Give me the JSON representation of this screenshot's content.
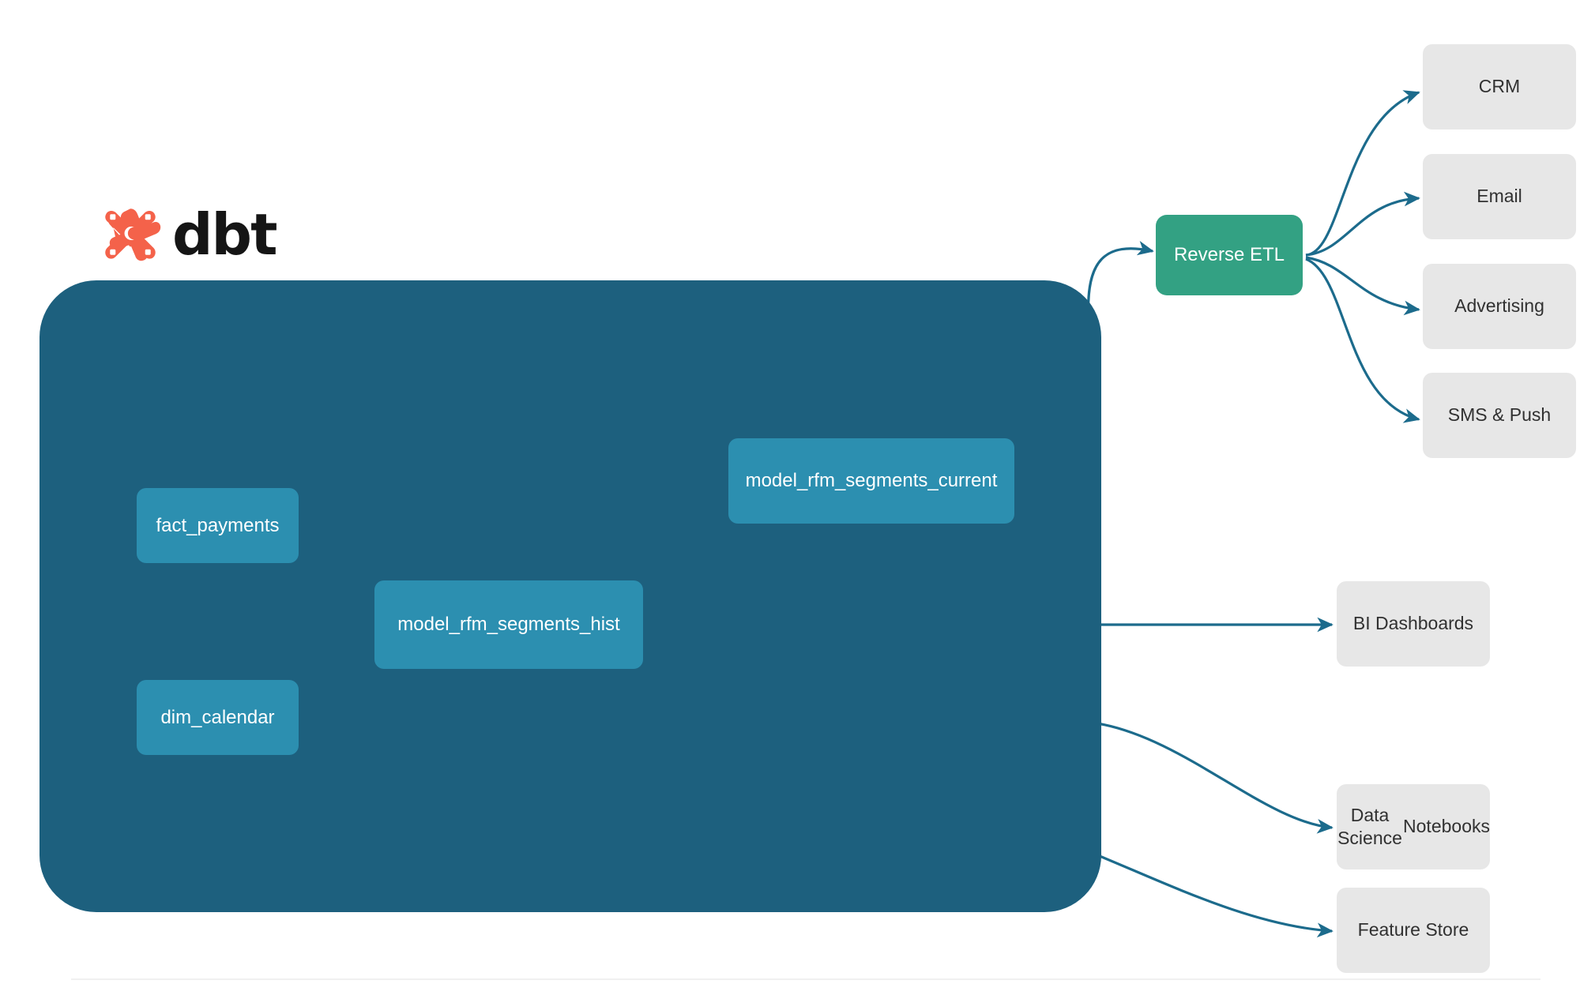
{
  "brand": {
    "name": "dbt",
    "logo_icon": "dbt-logo-icon",
    "logo_color": "#f4624a",
    "wordmark_color": "#151515"
  },
  "colors": {
    "project_container": "#1d607e",
    "model_node": "#2c8fb0",
    "reverse_etl_node": "#33a183",
    "destination_node": "#e7e7e7",
    "edge_outer": "#1c6b8c",
    "edge_inner": "#2e8eae",
    "page_background": "#ffffff"
  },
  "project_container": {
    "label": "",
    "models": [
      {
        "id": "fact_payments",
        "label": "fact_payments"
      },
      {
        "id": "dim_calendar",
        "label": "dim_calendar"
      },
      {
        "id": "model_rfm_segments_hist",
        "label": "model_rfm_segments_hist"
      },
      {
        "id": "model_rfm_segments_current",
        "label": "model_rfm_segments_current"
      }
    ]
  },
  "activation": {
    "reverse_etl": {
      "id": "reverse_etl",
      "label": "Reverse ETL"
    },
    "destinations": [
      {
        "id": "crm",
        "label": "CRM"
      },
      {
        "id": "email",
        "label": "Email"
      },
      {
        "id": "advertising",
        "label": "Advertising"
      },
      {
        "id": "sms_push",
        "label": "SMS & Push"
      }
    ]
  },
  "analytics_consumers": [
    {
      "id": "bi_dashboards",
      "label": "BI Dashboards"
    },
    {
      "id": "data_science_notebooks",
      "label": "Data Science\nNotebooks",
      "line1": "Data Science",
      "line2": "Notebooks"
    },
    {
      "id": "feature_store",
      "label": "Feature Store"
    }
  ],
  "edges": [
    {
      "from": "fact_payments",
      "to": "model_rfm_segments_hist",
      "style": "inner"
    },
    {
      "from": "dim_calendar",
      "to": "model_rfm_segments_hist",
      "style": "inner"
    },
    {
      "from": "model_rfm_segments_hist",
      "to": "model_rfm_segments_current",
      "style": "inner"
    },
    {
      "from": "model_rfm_segments_current",
      "to": "reverse_etl",
      "style": "outer"
    },
    {
      "from": "model_rfm_segments_hist",
      "to": "bi_dashboards",
      "style": "outer"
    },
    {
      "from": "model_rfm_segments_hist",
      "to": "data_science_notebooks",
      "style": "outer"
    },
    {
      "from": "model_rfm_segments_hist",
      "to": "feature_store",
      "style": "outer"
    },
    {
      "from": "reverse_etl",
      "to": "crm",
      "style": "outer"
    },
    {
      "from": "reverse_etl",
      "to": "email",
      "style": "outer"
    },
    {
      "from": "reverse_etl",
      "to": "advertising",
      "style": "outer"
    },
    {
      "from": "reverse_etl",
      "to": "sms_push",
      "style": "outer"
    }
  ]
}
